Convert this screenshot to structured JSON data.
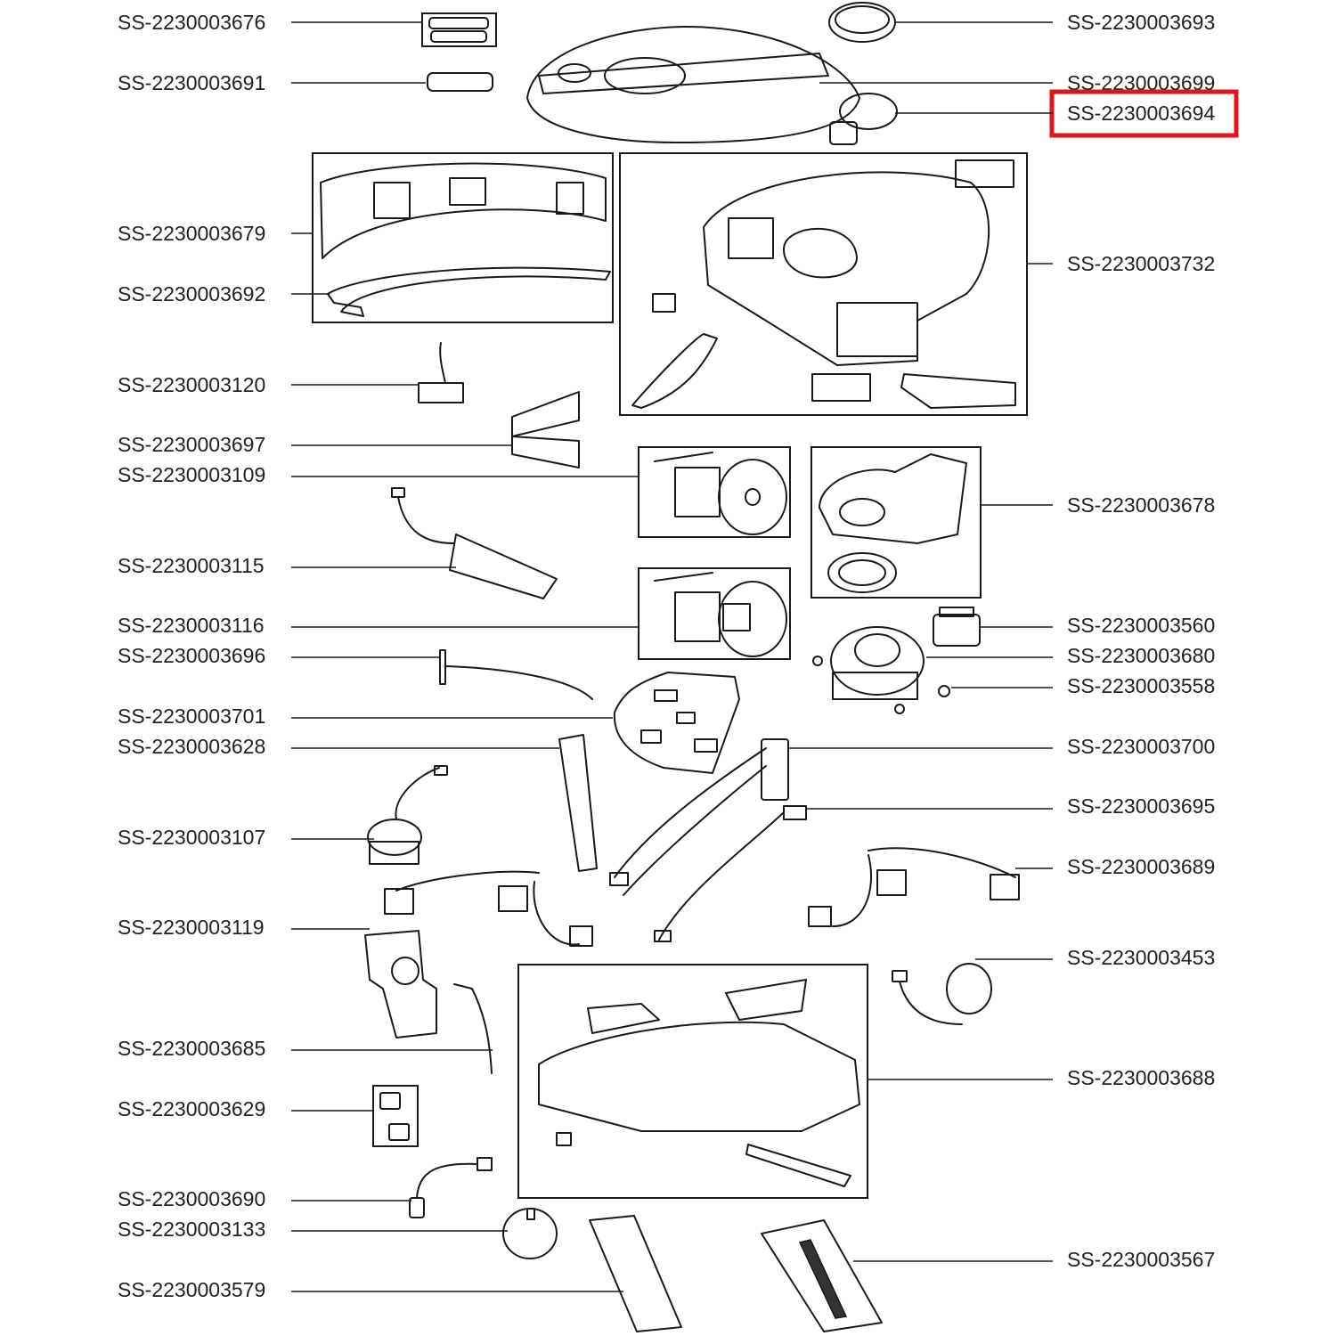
{
  "diagram": {
    "highlight_color": "#e3141b",
    "highlighted_part": "SS-2230003694",
    "labels_left": [
      "SS-2230003676",
      "SS-2230003691",
      "SS-2230003679",
      "SS-2230003692",
      "SS-2230003120",
      "SS-2230003697",
      "SS-2230003109",
      "SS-2230003115",
      "SS-2230003116",
      "SS-2230003696",
      "SS-2230003701",
      "SS-2230003628",
      "SS-2230003107",
      "SS-2230003119",
      "SS-2230003685",
      "SS-2230003629",
      "SS-2230003690",
      "SS-2230003133",
      "SS-2230003579"
    ],
    "labels_right": [
      "SS-2230003693",
      "SS-2230003699",
      "SS-2230003694",
      "SS-2230003732",
      "SS-2230003678",
      "SS-2230003560",
      "SS-2230003680",
      "SS-2230003558",
      "SS-2230003700",
      "SS-2230003695",
      "SS-2230003689",
      "SS-2230003453",
      "SS-2230003688",
      "SS-2230003567"
    ]
  }
}
